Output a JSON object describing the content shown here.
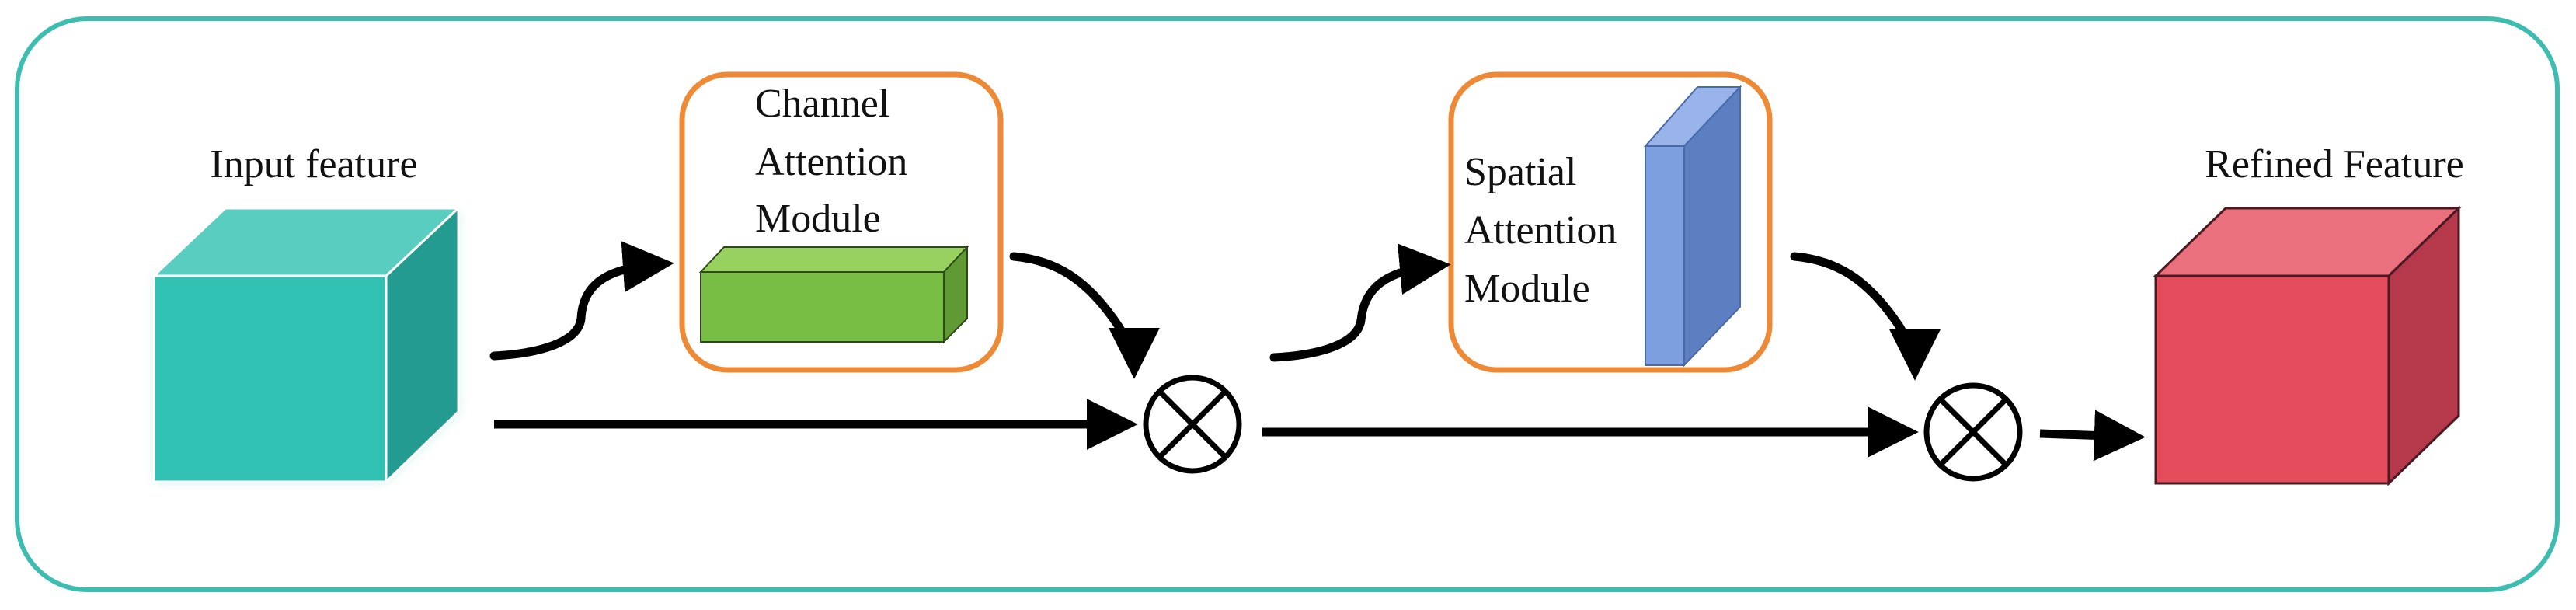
{
  "labels": {
    "input": "Input feature",
    "channel": [
      "Channel",
      "Attention",
      "Module"
    ],
    "spatial": [
      "Spatial",
      "Attention",
      "Module"
    ],
    "refined": "Refined Feature"
  },
  "colors": {
    "frame": "#3dbdb0",
    "module_border": "#ee8a36",
    "input_front": "#31c2b3",
    "input_top": "#5acdc1",
    "input_side": "#239b90",
    "channel_front": "#78be45",
    "channel_top": "#98d15f",
    "channel_side": "#5f9a34",
    "spatial_front": "#7c9fdf",
    "spatial_top": "#98b4ea",
    "spatial_side": "#5b7fc0",
    "refined_front": "#e44c5c",
    "refined_top": "#e9707c",
    "refined_side": "#b5394a",
    "arrow": "#000000"
  },
  "icons": {
    "multiply": "circled-times-icon"
  }
}
